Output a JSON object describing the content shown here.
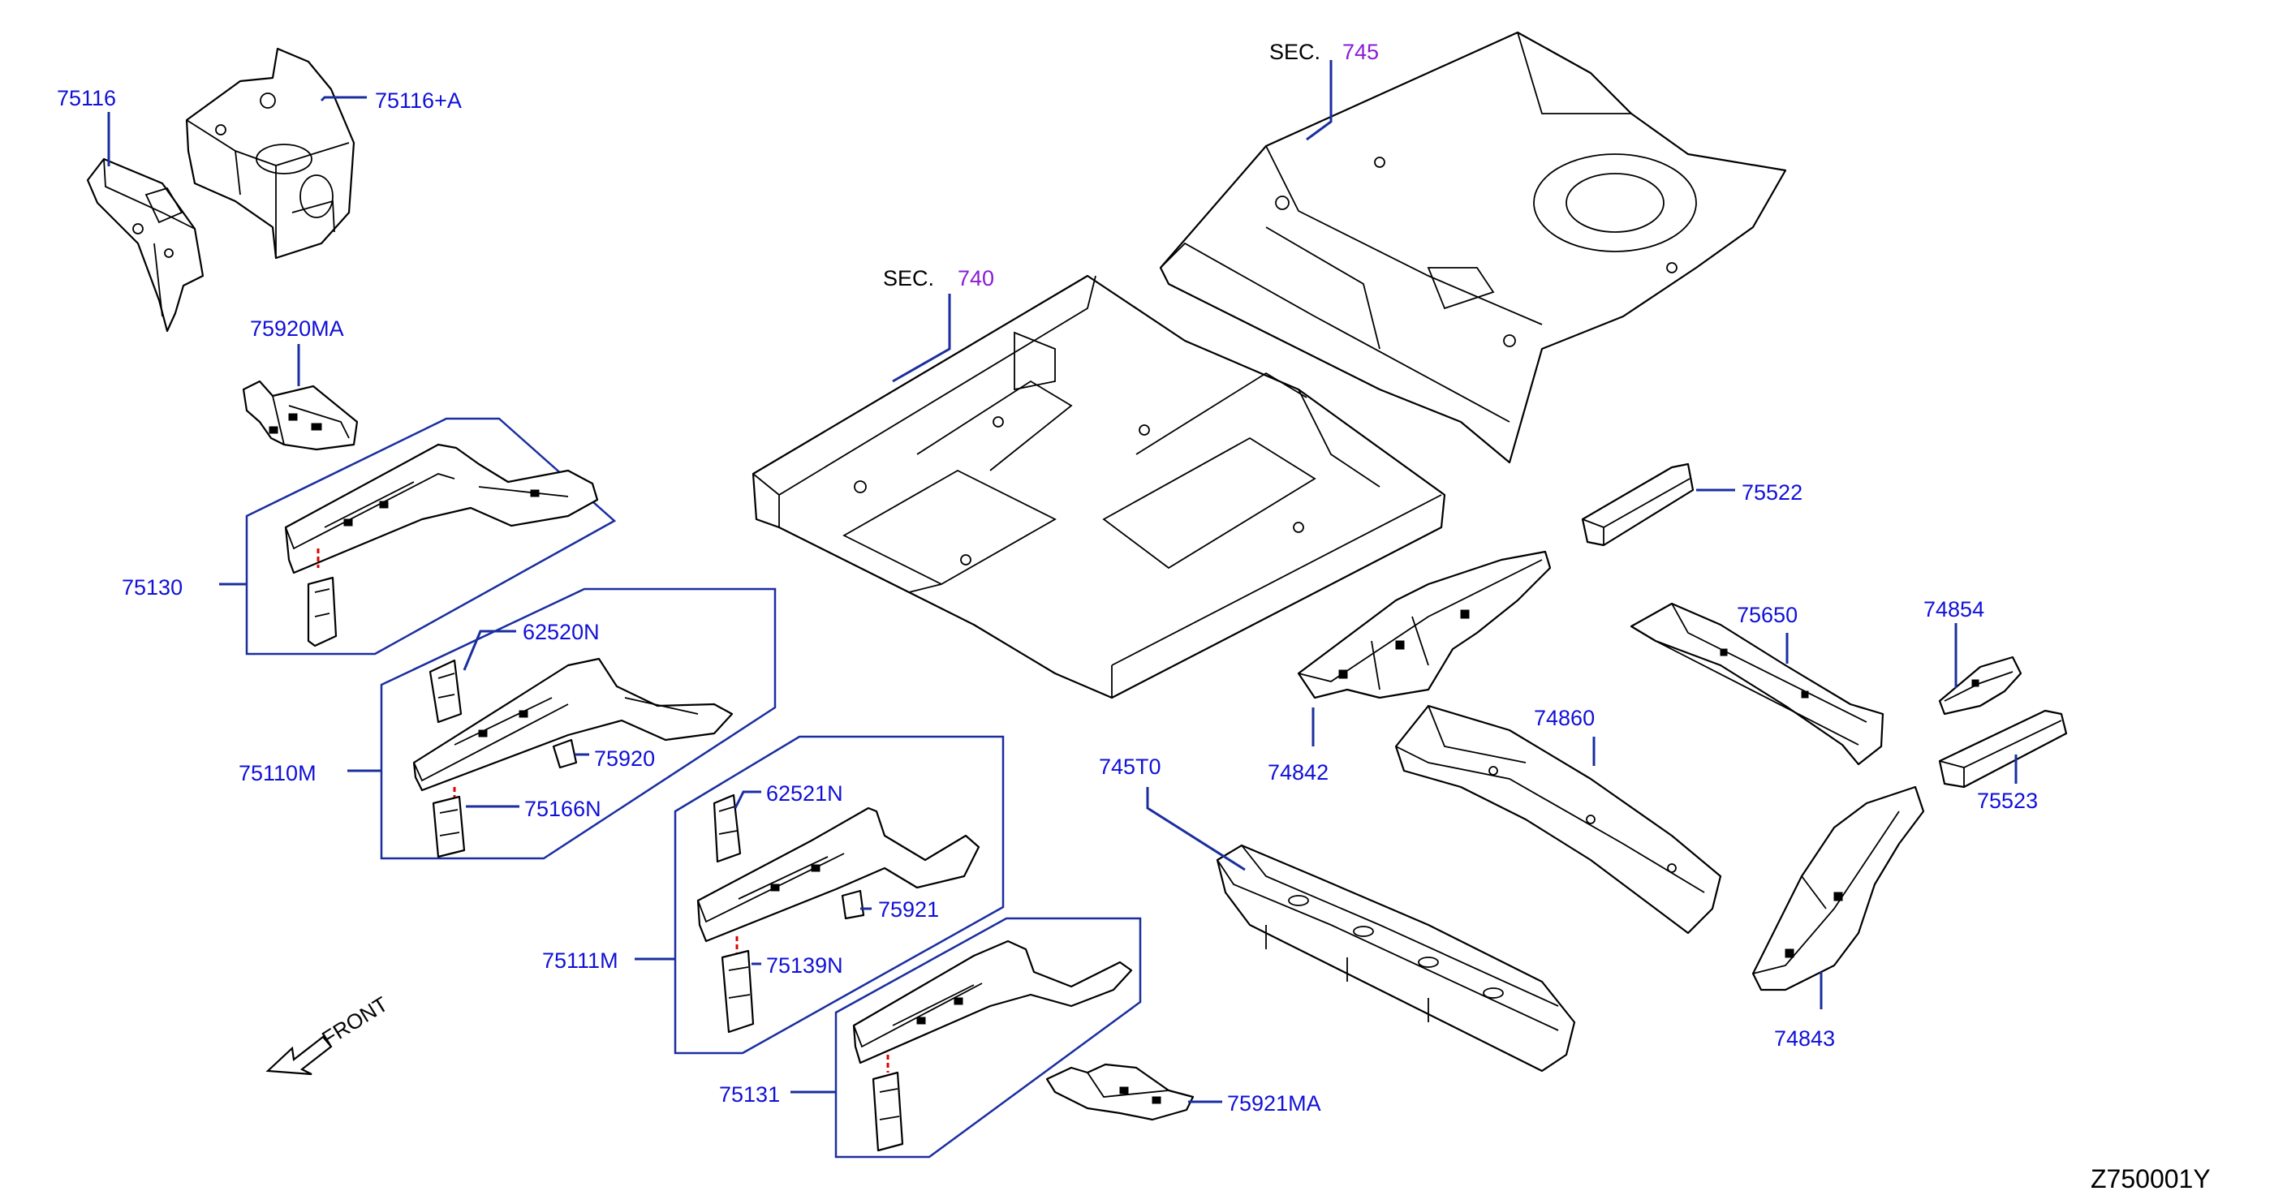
{
  "diagram": {
    "id": "Z750001Y",
    "front_label": "FRONT"
  },
  "sections": [
    {
      "prefix": "SEC.",
      "number": "745"
    },
    {
      "prefix": "SEC.",
      "number": "740"
    }
  ],
  "callouts": [
    "75116",
    "75116+A",
    "75920MA",
    "75130",
    "62520N",
    "75920",
    "75110M",
    "75166N",
    "62521N",
    "75921",
    "75111M",
    "75139N",
    "75131",
    "75921MA",
    "745T0",
    "75522",
    "75650",
    "74854",
    "74842",
    "74860",
    "75523",
    "74843"
  ],
  "colors": {
    "callout": "#1010d8",
    "section_number": "#8a1ad8",
    "leader": "#1a2ea0",
    "link": "#e00000"
  }
}
